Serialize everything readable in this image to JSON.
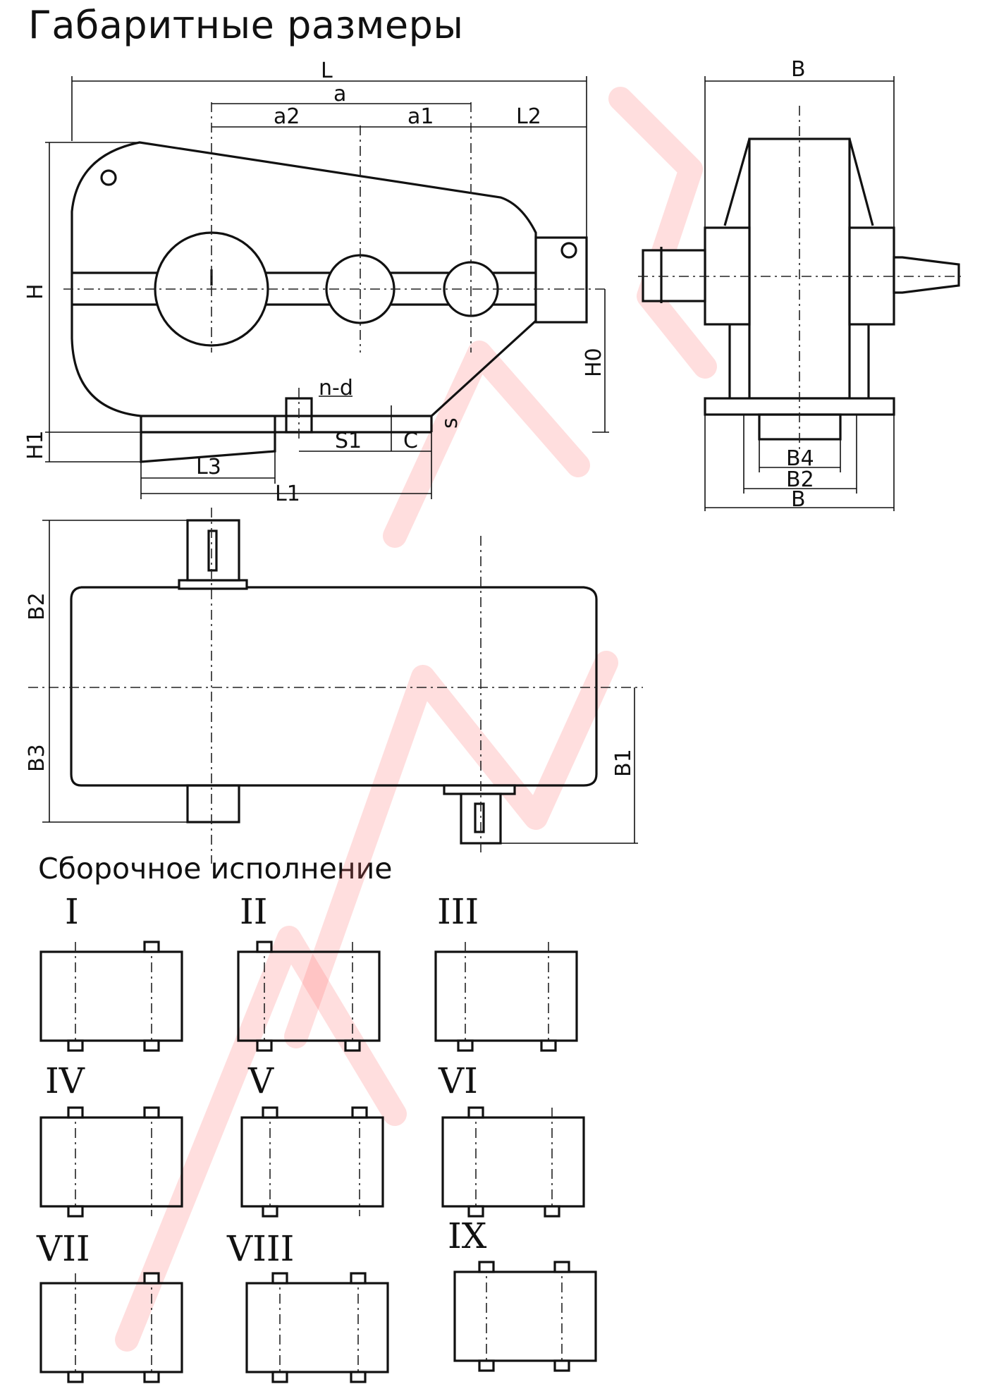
{
  "titles": {
    "main": "Габаритные размеры",
    "assembly": "Сборочное исполнение"
  },
  "dimensions": {
    "L": "L",
    "a": "a",
    "a1": "a1",
    "a2": "a2",
    "L2": "L2",
    "H": "H",
    "H0": "H0",
    "H1": "H1",
    "nd": "n-d",
    "S1": "S1",
    "C": "C",
    "s": "s",
    "L3": "L3",
    "L1": "L1",
    "B": "B",
    "B4": "B4",
    "B2": "B2",
    "B3": "B3",
    "B1": "B1"
  },
  "variants": [
    {
      "label": "I",
      "pins_top": [
        2
      ],
      "pins_bottom": [
        1,
        2
      ]
    },
    {
      "label": "II",
      "pins_top": [
        1
      ],
      "pins_bottom": [
        1,
        2
      ]
    },
    {
      "label": "III",
      "pins_top": [],
      "pins_bottom": [
        1,
        2
      ]
    },
    {
      "label": "IV",
      "pins_top": [
        1,
        2
      ],
      "pins_bottom": [
        1
      ]
    },
    {
      "label": "V",
      "pins_top": [
        1,
        2
      ],
      "pins_bottom": [
        1
      ]
    },
    {
      "label": "VI",
      "pins_top": [
        1
      ],
      "pins_bottom": [
        1,
        2
      ]
    },
    {
      "label": "VII",
      "pins_top": [
        2
      ],
      "pins_bottom": [
        1,
        2
      ]
    },
    {
      "label": "VIII",
      "pins_top": [
        1,
        2
      ],
      "pins_bottom": [
        1,
        2
      ]
    },
    {
      "label": "IX",
      "pins_top": [
        1,
        2
      ],
      "pins_bottom": [
        1,
        2
      ]
    }
  ],
  "colors": {
    "line": "#111111",
    "watermark": "#ff6969"
  }
}
